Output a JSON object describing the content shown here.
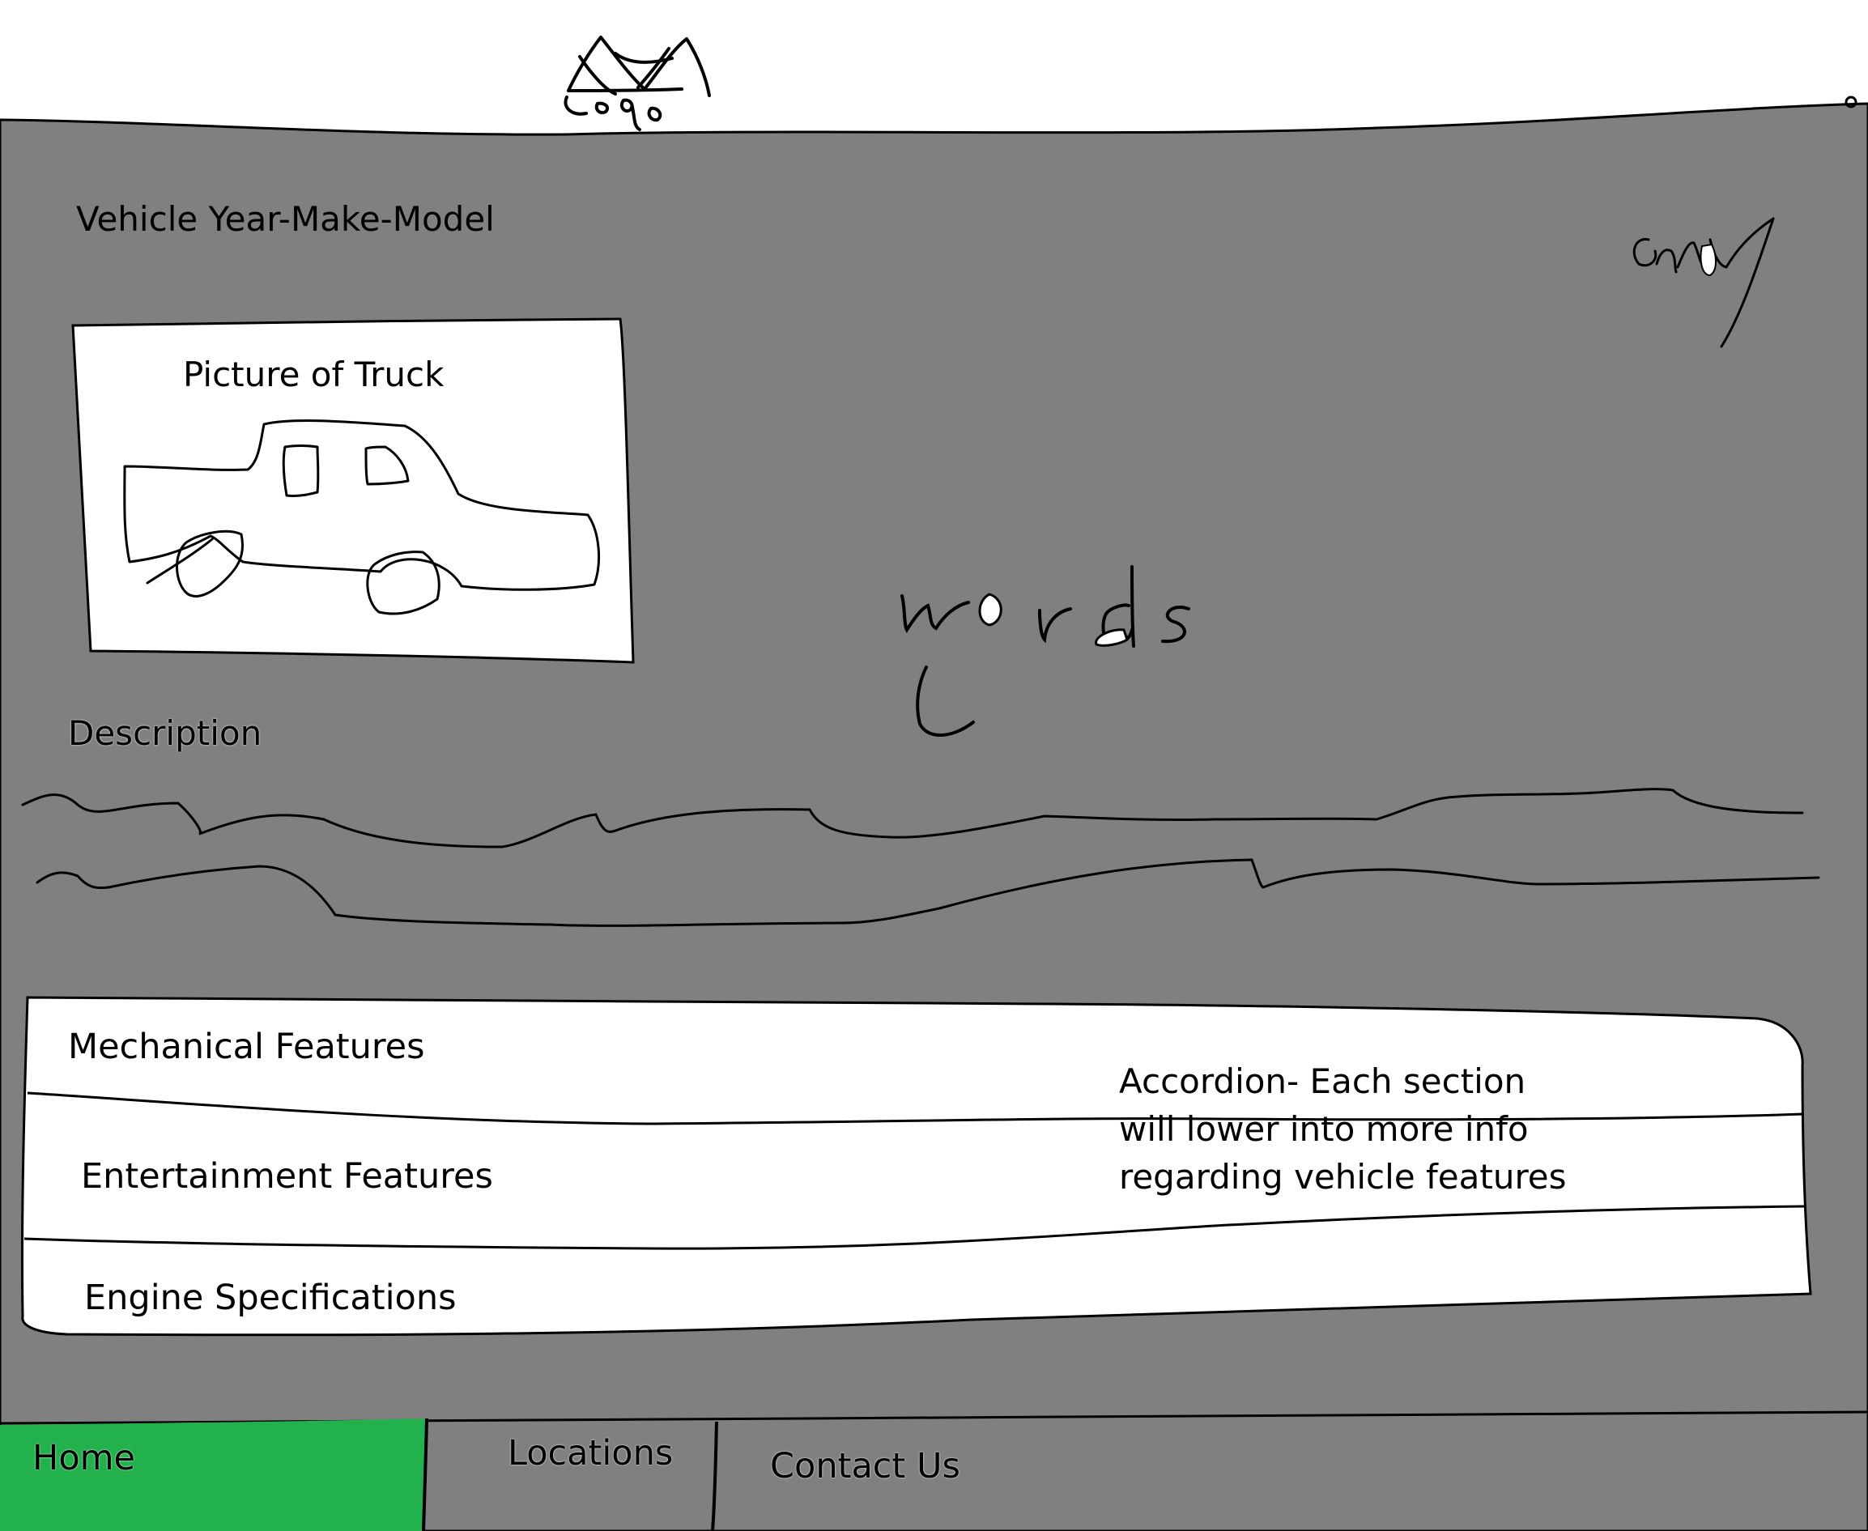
{
  "header": {
    "logo_text": "Logo",
    "logo_icon": "mountain-logo-icon"
  },
  "main": {
    "title": "Vehicle Year-Make-Model",
    "image": {
      "caption": "Picture of Truck",
      "icon": "truck-sketch-icon"
    },
    "side_text_1": "only",
    "side_text_2": "words",
    "description_heading": "Description"
  },
  "accordion": {
    "items": [
      {
        "label": "Mechanical Features"
      },
      {
        "label": "Entertainment Features"
      },
      {
        "label": "Engine Specifications"
      }
    ],
    "note": "Accordion- Each section will lower into more info regarding vehicle features"
  },
  "nav": {
    "items": [
      {
        "label": "Home"
      },
      {
        "label": "Locations"
      },
      {
        "label": "Contact Us"
      }
    ]
  },
  "colors": {
    "background": "#808080",
    "header": "#ffffff",
    "accordion": "#ffffff",
    "active_nav": "#22b14c",
    "ink": "#000000"
  }
}
